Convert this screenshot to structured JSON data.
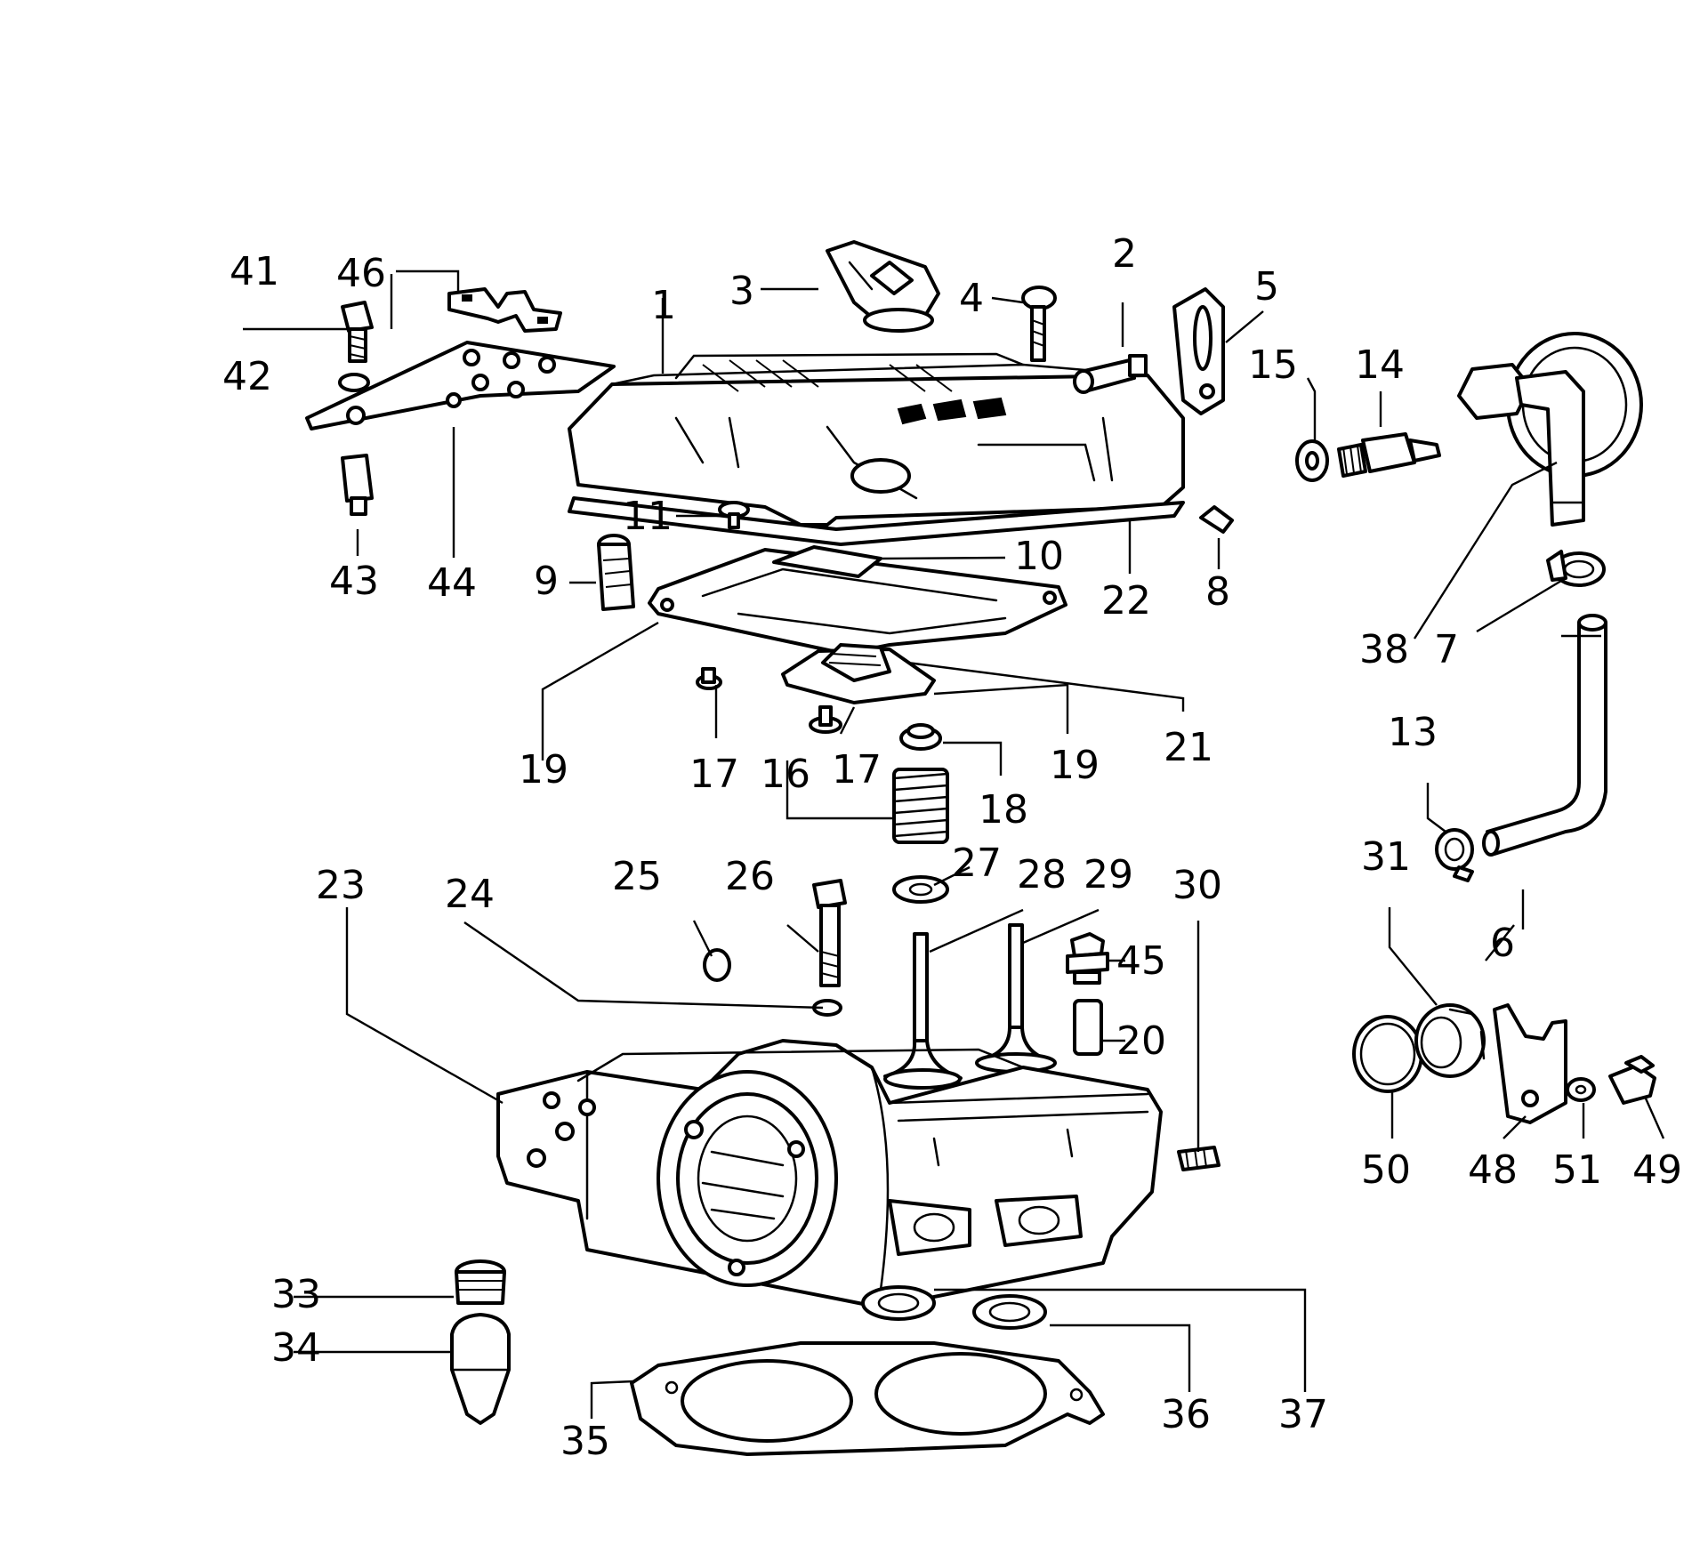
{
  "callouts": [
    {
      "id": "1",
      "text": "1"
    },
    {
      "id": "2",
      "text": "2"
    },
    {
      "id": "3",
      "text": "3"
    },
    {
      "id": "4",
      "text": "4"
    },
    {
      "id": "5",
      "text": "5"
    },
    {
      "id": "6",
      "text": "6"
    },
    {
      "id": "7",
      "text": "7"
    },
    {
      "id": "8",
      "text": "8"
    },
    {
      "id": "9",
      "text": "9"
    },
    {
      "id": "10",
      "text": "10"
    },
    {
      "id": "11",
      "text": "11"
    },
    {
      "id": "13",
      "text": "13"
    },
    {
      "id": "14",
      "text": "14"
    },
    {
      "id": "15",
      "text": "15"
    },
    {
      "id": "16",
      "text": "16"
    },
    {
      "id": "17a",
      "text": "17"
    },
    {
      "id": "17b",
      "text": "17"
    },
    {
      "id": "18",
      "text": "18"
    },
    {
      "id": "19a",
      "text": "19"
    },
    {
      "id": "19b",
      "text": "19"
    },
    {
      "id": "20",
      "text": "20"
    },
    {
      "id": "21",
      "text": "21"
    },
    {
      "id": "22",
      "text": "22"
    },
    {
      "id": "23",
      "text": "23"
    },
    {
      "id": "24",
      "text": "24"
    },
    {
      "id": "25",
      "text": "25"
    },
    {
      "id": "26",
      "text": "26"
    },
    {
      "id": "27",
      "text": "27"
    },
    {
      "id": "28",
      "text": "28"
    },
    {
      "id": "29",
      "text": "29"
    },
    {
      "id": "30",
      "text": "30"
    },
    {
      "id": "31",
      "text": "31"
    },
    {
      "id": "33",
      "text": "33"
    },
    {
      "id": "34",
      "text": "34"
    },
    {
      "id": "35",
      "text": "35"
    },
    {
      "id": "36",
      "text": "36"
    },
    {
      "id": "37",
      "text": "37"
    },
    {
      "id": "38",
      "text": "38"
    },
    {
      "id": "41",
      "text": "41"
    },
    {
      "id": "42",
      "text": "42"
    },
    {
      "id": "43",
      "text": "43"
    },
    {
      "id": "44",
      "text": "44"
    },
    {
      "id": "45",
      "text": "45"
    },
    {
      "id": "46",
      "text": "46"
    },
    {
      "id": "48",
      "text": "48"
    },
    {
      "id": "49",
      "text": "49"
    },
    {
      "id": "50",
      "text": "50"
    },
    {
      "id": "51",
      "text": "51"
    }
  ]
}
